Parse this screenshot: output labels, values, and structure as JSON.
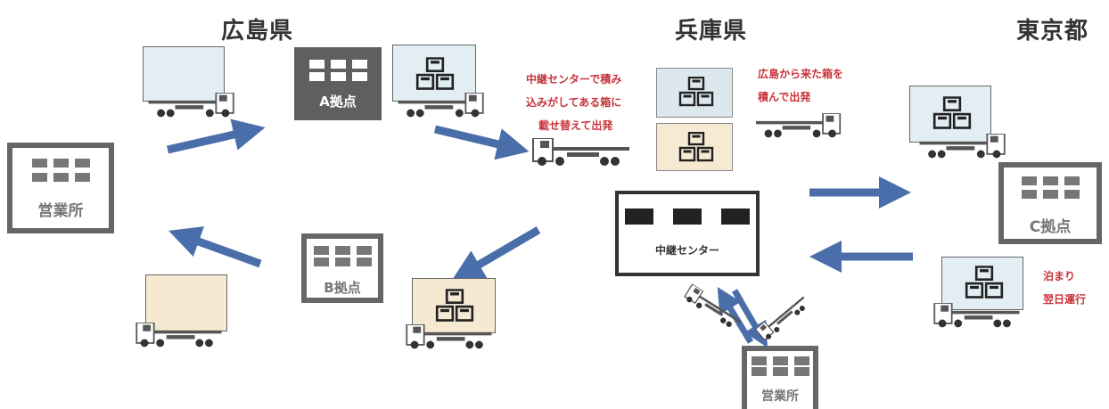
{
  "regions": {
    "hiroshima": "広島県",
    "hyogo": "兵庫県",
    "tokyo": "東京都"
  },
  "buildings": {
    "eigyosho_left": "営業所",
    "a_base": "A拠点",
    "b_base": "B拠点",
    "relay_center": "中継センター",
    "c_base": "C拠点",
    "eigyosho_bottom": "営業所"
  },
  "notes": {
    "relay_note": [
      "中継センターで積み",
      "込みがしてある箱に",
      "載せ替えて出発"
    ],
    "hiroshima_note": [
      "広島から来た箱を",
      "積んで出発"
    ],
    "overnight_note": [
      "泊まり",
      "翌日運行"
    ]
  },
  "colors": {
    "arrow": "#4a6ea9",
    "note_text": "#c8343c",
    "building_border": "#666666",
    "cargo_blue": "#dde8ee",
    "cargo_beige": "#f6ead2"
  }
}
